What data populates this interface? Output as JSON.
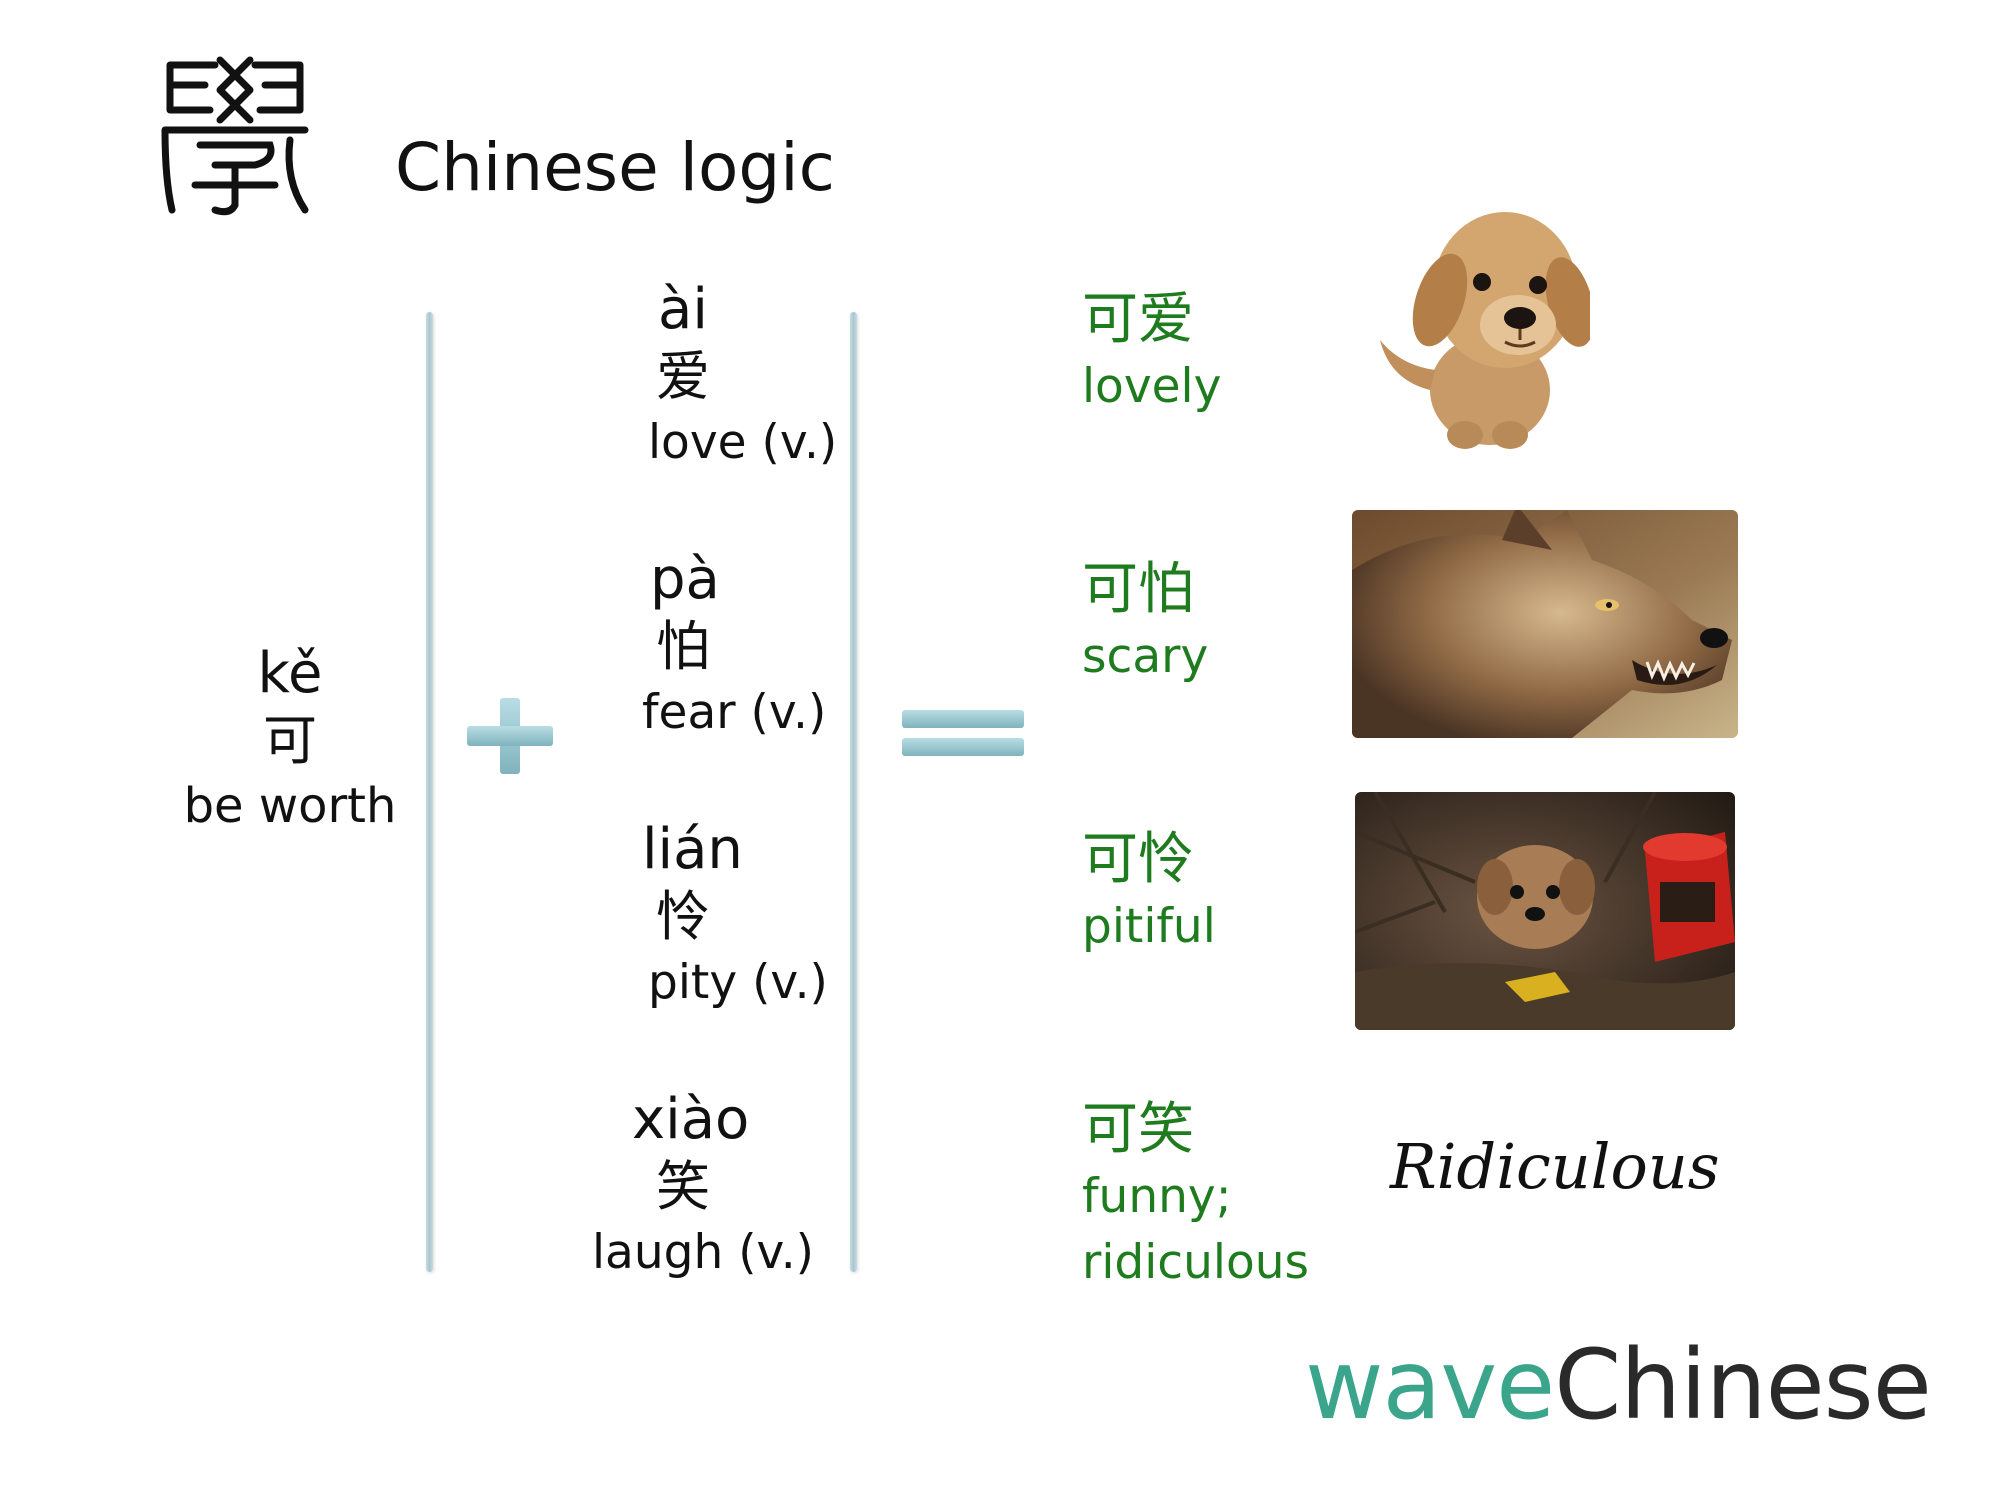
{
  "header": {
    "title": "Chinese logic",
    "seal_icon": "seal-script-character-icon"
  },
  "base": {
    "pinyin": "kě",
    "hanzi": "可",
    "meaning": "be worth"
  },
  "operators": {
    "plus_icon": "plus-icon",
    "equals_icon": "equals-icon"
  },
  "components": [
    {
      "pinyin": "ài",
      "hanzi": "爱",
      "meaning": "love (v.)"
    },
    {
      "pinyin": "pà",
      "hanzi": "怕",
      "meaning": "fear (v.)"
    },
    {
      "pinyin": "lián",
      "hanzi": "怜",
      "meaning": "pity (v.)"
    },
    {
      "pinyin": "xiào",
      "hanzi": "笑",
      "meaning": "laugh (v.)"
    }
  ],
  "results": [
    {
      "hanzi": "可爱",
      "meaning": "lovely",
      "image": "puppy-photo"
    },
    {
      "hanzi": "可怕",
      "meaning": "scary",
      "image": "snarling-wolf-photo"
    },
    {
      "hanzi": "可怜",
      "meaning": "pitiful",
      "image": "abandoned-puppy-photo"
    },
    {
      "hanzi": "可笑",
      "meaning": "funny;",
      "meaning2": "ridiculous",
      "word_art": "Ridiculous"
    }
  ],
  "brand": {
    "part1": "wave",
    "part2": "Chinese"
  },
  "colors": {
    "result_green": "#1e7b1e",
    "brand_teal": "#3aa58b",
    "line_blue": "#a9c7ce"
  }
}
